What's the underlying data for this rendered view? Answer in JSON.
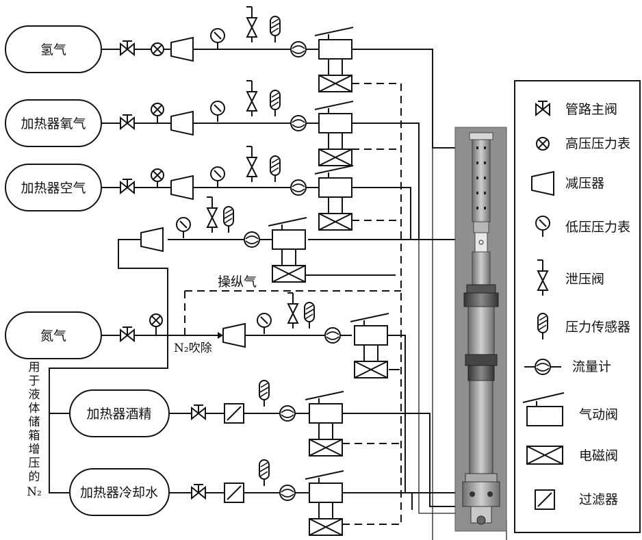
{
  "sources": {
    "hydrogen": "氢气",
    "heater_oxygen": "加热器氧气",
    "heater_air": "加热器空气",
    "nitrogen": "氮气",
    "heater_alcohol": "加热器酒精",
    "heater_cooling_water": "加热器冷却水"
  },
  "annotations": {
    "control_gas": "操纵气",
    "n2_purge": "N₂吹除",
    "tank_pressurization_n2": [
      "用",
      "于",
      "液",
      "体",
      "储",
      "箱",
      "增",
      "压",
      "的",
      "N₂"
    ]
  },
  "legend": [
    {
      "icon": "main-valve-icon",
      "label": "管路主阀"
    },
    {
      "icon": "high-pressure-gauge-icon",
      "label": "高压压力表"
    },
    {
      "icon": "pressure-reducer-icon",
      "label": "减压器"
    },
    {
      "icon": "low-pressure-gauge-icon",
      "label": "低压压力表"
    },
    {
      "icon": "relief-valve-icon",
      "label": "泄压阀"
    },
    {
      "icon": "pressure-sensor-icon",
      "label": "压力传感器"
    },
    {
      "icon": "flow-meter-icon",
      "label": "流量计"
    },
    {
      "icon": "pneumatic-valve-icon",
      "label": "气动阀"
    },
    {
      "icon": "solenoid-valve-icon",
      "label": "电磁阀"
    },
    {
      "icon": "filter-icon",
      "label": "过滤器"
    }
  ]
}
